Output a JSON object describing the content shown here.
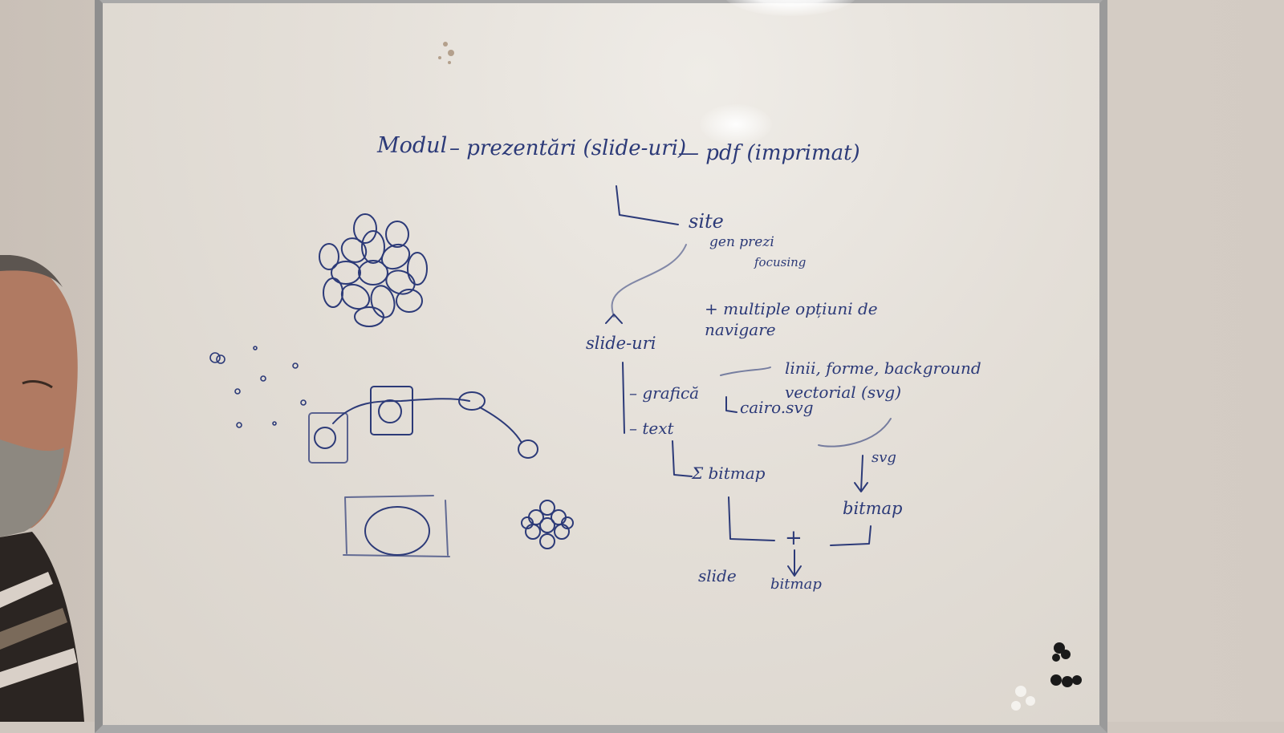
{
  "whiteboard": {
    "title_line": {
      "left": "Modul",
      "middle": "– prezentări (slide-uri)",
      "right": "— pdf (imprimat)"
    },
    "site": {
      "label": "site",
      "note1": "gen prezi",
      "note2": "focusing"
    },
    "navigation": "+ multiple opțiuni de navigare",
    "slides": {
      "label": "slide-uri",
      "items": [
        "– grafică",
        "– text"
      ]
    },
    "graphics_detail": {
      "vector": "linii, forme, background vectorial (svg)",
      "lib": "cairo.svg"
    },
    "render": {
      "svg": "svg",
      "bitmap_right": "bitmap",
      "sum_bitmap": "Σ bitmap",
      "plus": "+",
      "result_slide": "slide",
      "result_bitmap": "bitmap"
    }
  },
  "colors": {
    "ink": "#2c3a78",
    "board": "#e6e1da",
    "frame": "#a9a9a9"
  }
}
